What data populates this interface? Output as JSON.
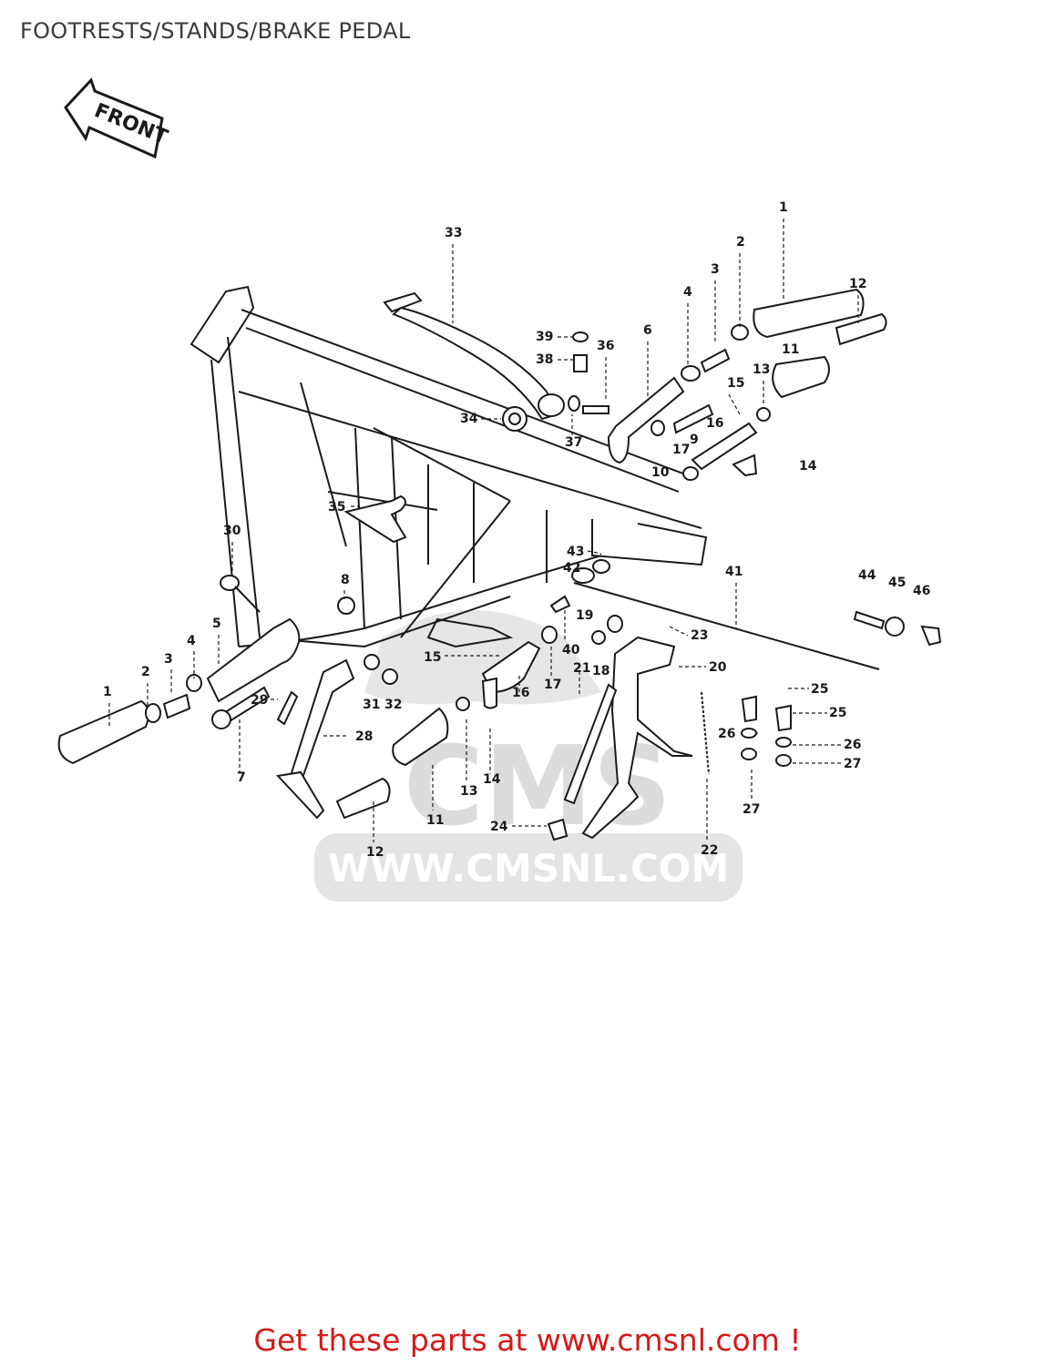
{
  "header": {
    "title": "FOOTRESTS/STANDS/BRAKE PEDAL"
  },
  "front_arrow": {
    "label": "FRONT"
  },
  "watermark": {
    "text": "WWW.CMSNL.COM",
    "logo": "CMS"
  },
  "footer": {
    "text": "Get these parts at www.cmsnl.com !"
  },
  "colors": {
    "line": "#1a1a1a",
    "watermark": "#d9d9d9",
    "footer": "#d51a1a",
    "title": "#3a3a3a"
  },
  "callouts": [
    {
      "label": "1"
    },
    {
      "label": "2"
    },
    {
      "label": "3"
    },
    {
      "label": "4"
    },
    {
      "label": "12"
    },
    {
      "label": "33"
    },
    {
      "label": "39"
    },
    {
      "label": "38"
    },
    {
      "label": "36"
    },
    {
      "label": "6"
    },
    {
      "label": "11"
    },
    {
      "label": "13"
    },
    {
      "label": "15"
    },
    {
      "label": "16"
    },
    {
      "label": "9"
    },
    {
      "label": "17"
    },
    {
      "label": "10"
    },
    {
      "label": "14"
    },
    {
      "label": "34"
    },
    {
      "label": "37"
    },
    {
      "label": "35"
    },
    {
      "label": "30"
    },
    {
      "label": "8"
    },
    {
      "label": "43"
    },
    {
      "label": "42"
    },
    {
      "label": "41"
    },
    {
      "label": "44"
    },
    {
      "label": "45"
    },
    {
      "label": "46"
    },
    {
      "label": "19"
    },
    {
      "label": "23"
    },
    {
      "label": "5"
    },
    {
      "label": "4"
    },
    {
      "label": "3"
    },
    {
      "label": "2"
    },
    {
      "label": "1"
    },
    {
      "label": "7"
    },
    {
      "label": "29"
    },
    {
      "label": "28"
    },
    {
      "label": "31"
    },
    {
      "label": "32"
    },
    {
      "label": "15"
    },
    {
      "label": "40"
    },
    {
      "label": "17"
    },
    {
      "label": "16"
    },
    {
      "label": "21"
    },
    {
      "label": "18"
    },
    {
      "label": "20"
    },
    {
      "label": "25"
    },
    {
      "label": "25"
    },
    {
      "label": "26"
    },
    {
      "label": "26"
    },
    {
      "label": "27"
    },
    {
      "label": "27"
    },
    {
      "label": "13"
    },
    {
      "label": "14"
    },
    {
      "label": "11"
    },
    {
      "label": "12"
    },
    {
      "label": "24"
    },
    {
      "label": "22"
    }
  ]
}
